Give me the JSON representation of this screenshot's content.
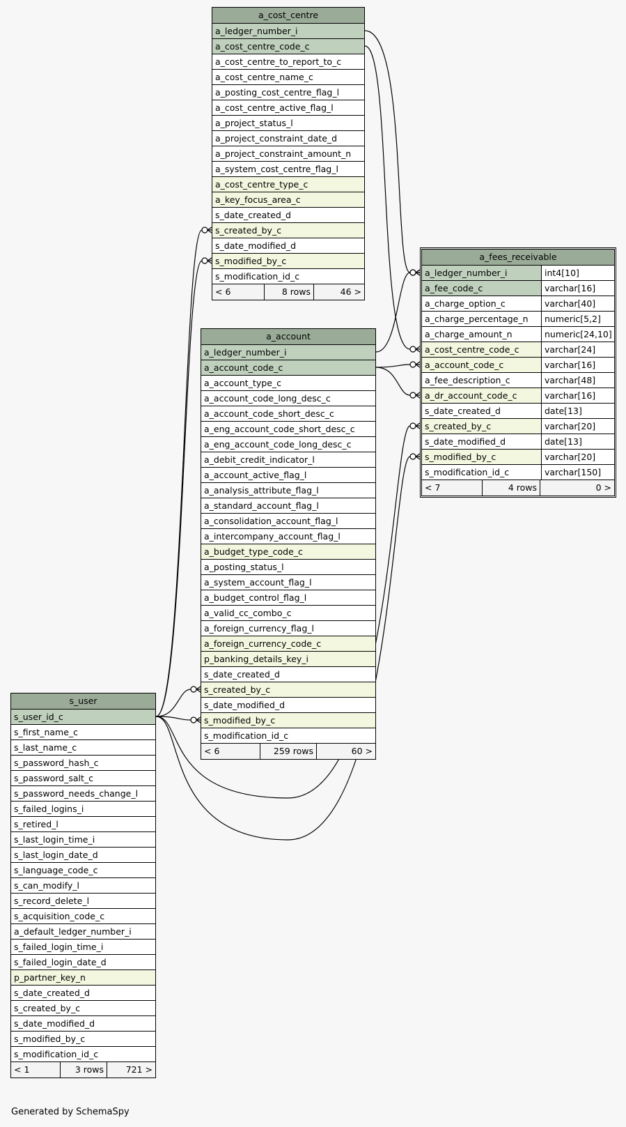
{
  "footer_text": "Generated by SchemaSpy",
  "tables": [
    {
      "id": "a_cost_centre",
      "title": "a_cost_centre",
      "columns": [
        {
          "name": "a_ledger_number_i",
          "kind": "pk"
        },
        {
          "name": "a_cost_centre_code_c",
          "kind": "pk"
        },
        {
          "name": "a_cost_centre_to_report_to_c",
          "kind": "plain"
        },
        {
          "name": "a_cost_centre_name_c",
          "kind": "plain"
        },
        {
          "name": "a_posting_cost_centre_flag_l",
          "kind": "plain"
        },
        {
          "name": "a_cost_centre_active_flag_l",
          "kind": "plain"
        },
        {
          "name": "a_project_status_l",
          "kind": "plain"
        },
        {
          "name": "a_project_constraint_date_d",
          "kind": "plain"
        },
        {
          "name": "a_project_constraint_amount_n",
          "kind": "plain"
        },
        {
          "name": "a_system_cost_centre_flag_l",
          "kind": "plain"
        },
        {
          "name": "a_cost_centre_type_c",
          "kind": "fk"
        },
        {
          "name": "a_key_focus_area_c",
          "kind": "fk"
        },
        {
          "name": "s_date_created_d",
          "kind": "plain"
        },
        {
          "name": "s_created_by_c",
          "kind": "fk"
        },
        {
          "name": "s_date_modified_d",
          "kind": "plain"
        },
        {
          "name": "s_modified_by_c",
          "kind": "fk"
        },
        {
          "name": "s_modification_id_c",
          "kind": "plain"
        }
      ],
      "footer": {
        "left": "< 6",
        "middle": "8 rows",
        "right": "46 >"
      }
    },
    {
      "id": "a_account",
      "title": "a_account",
      "columns": [
        {
          "name": "a_ledger_number_i",
          "kind": "pk"
        },
        {
          "name": "a_account_code_c",
          "kind": "pk"
        },
        {
          "name": "a_account_type_c",
          "kind": "plain"
        },
        {
          "name": "a_account_code_long_desc_c",
          "kind": "plain"
        },
        {
          "name": "a_account_code_short_desc_c",
          "kind": "plain"
        },
        {
          "name": "a_eng_account_code_short_desc_c",
          "kind": "plain"
        },
        {
          "name": "a_eng_account_code_long_desc_c",
          "kind": "plain"
        },
        {
          "name": "a_debit_credit_indicator_l",
          "kind": "plain"
        },
        {
          "name": "a_account_active_flag_l",
          "kind": "plain"
        },
        {
          "name": "a_analysis_attribute_flag_l",
          "kind": "plain"
        },
        {
          "name": "a_standard_account_flag_l",
          "kind": "plain"
        },
        {
          "name": "a_consolidation_account_flag_l",
          "kind": "plain"
        },
        {
          "name": "a_intercompany_account_flag_l",
          "kind": "plain"
        },
        {
          "name": "a_budget_type_code_c",
          "kind": "fk"
        },
        {
          "name": "a_posting_status_l",
          "kind": "plain"
        },
        {
          "name": "a_system_account_flag_l",
          "kind": "plain"
        },
        {
          "name": "a_budget_control_flag_l",
          "kind": "plain"
        },
        {
          "name": "a_valid_cc_combo_c",
          "kind": "plain"
        },
        {
          "name": "a_foreign_currency_flag_l",
          "kind": "plain"
        },
        {
          "name": "a_foreign_currency_code_c",
          "kind": "fk"
        },
        {
          "name": "p_banking_details_key_i",
          "kind": "fk"
        },
        {
          "name": "s_date_created_d",
          "kind": "plain"
        },
        {
          "name": "s_created_by_c",
          "kind": "fk"
        },
        {
          "name": "s_date_modified_d",
          "kind": "plain"
        },
        {
          "name": "s_modified_by_c",
          "kind": "fk"
        },
        {
          "name": "s_modification_id_c",
          "kind": "plain"
        }
      ],
      "footer": {
        "left": "< 6",
        "middle": "259 rows",
        "right": "60 >"
      }
    },
    {
      "id": "a_fees_receivable",
      "title": "a_fees_receivable",
      "focus": true,
      "columns": [
        {
          "name": "a_ledger_number_i",
          "type": "int4[10]",
          "kind": "pk"
        },
        {
          "name": "a_fee_code_c",
          "type": "varchar[16]",
          "kind": "pk"
        },
        {
          "name": "a_charge_option_c",
          "type": "varchar[40]",
          "kind": "plain"
        },
        {
          "name": "a_charge_percentage_n",
          "type": "numeric[5,2]",
          "kind": "plain"
        },
        {
          "name": "a_charge_amount_n",
          "type": "numeric[24,10]",
          "kind": "plain"
        },
        {
          "name": "a_cost_centre_code_c",
          "type": "varchar[24]",
          "kind": "fk"
        },
        {
          "name": "a_account_code_c",
          "type": "varchar[16]",
          "kind": "fk"
        },
        {
          "name": "a_fee_description_c",
          "type": "varchar[48]",
          "kind": "plain"
        },
        {
          "name": "a_dr_account_code_c",
          "type": "varchar[16]",
          "kind": "fk"
        },
        {
          "name": "s_date_created_d",
          "type": "date[13]",
          "kind": "plain"
        },
        {
          "name": "s_created_by_c",
          "type": "varchar[20]",
          "kind": "fk"
        },
        {
          "name": "s_date_modified_d",
          "type": "date[13]",
          "kind": "plain"
        },
        {
          "name": "s_modified_by_c",
          "type": "varchar[20]",
          "kind": "fk"
        },
        {
          "name": "s_modification_id_c",
          "type": "varchar[150]",
          "kind": "plain"
        }
      ],
      "footer": {
        "left": "< 7",
        "middle": "4 rows",
        "right": "0 >"
      }
    },
    {
      "id": "s_user",
      "title": "s_user",
      "columns": [
        {
          "name": "s_user_id_c",
          "kind": "pk"
        },
        {
          "name": "s_first_name_c",
          "kind": "plain"
        },
        {
          "name": "s_last_name_c",
          "kind": "plain"
        },
        {
          "name": "s_password_hash_c",
          "kind": "plain"
        },
        {
          "name": "s_password_salt_c",
          "kind": "plain"
        },
        {
          "name": "s_password_needs_change_l",
          "kind": "plain"
        },
        {
          "name": "s_failed_logins_i",
          "kind": "plain"
        },
        {
          "name": "s_retired_l",
          "kind": "plain"
        },
        {
          "name": "s_last_login_time_i",
          "kind": "plain"
        },
        {
          "name": "s_last_login_date_d",
          "kind": "plain"
        },
        {
          "name": "s_language_code_c",
          "kind": "plain"
        },
        {
          "name": "s_can_modify_l",
          "kind": "plain"
        },
        {
          "name": "s_record_delete_l",
          "kind": "plain"
        },
        {
          "name": "s_acquisition_code_c",
          "kind": "plain"
        },
        {
          "name": "a_default_ledger_number_i",
          "kind": "plain"
        },
        {
          "name": "s_failed_login_time_i",
          "kind": "plain"
        },
        {
          "name": "s_failed_login_date_d",
          "kind": "plain"
        },
        {
          "name": "p_partner_key_n",
          "kind": "fk"
        },
        {
          "name": "s_date_created_d",
          "kind": "plain"
        },
        {
          "name": "s_created_by_c",
          "kind": "plain"
        },
        {
          "name": "s_date_modified_d",
          "kind": "plain"
        },
        {
          "name": "s_modified_by_c",
          "kind": "plain"
        },
        {
          "name": "s_modification_id_c",
          "kind": "plain"
        }
      ],
      "footer": {
        "left": "< 1",
        "middle": "3 rows",
        "right": "721 >"
      }
    }
  ],
  "relationships": [
    {
      "from": "a_cost_centre.a_ledger_number_i",
      "to": "a_fees_receivable.a_ledger_number_i"
    },
    {
      "from": "a_cost_centre.a_cost_centre_code_c",
      "to": "a_fees_receivable.a_cost_centre_code_c"
    },
    {
      "from": "a_account.a_ledger_number_i",
      "to": "a_fees_receivable.a_ledger_number_i"
    },
    {
      "from": "a_account.a_account_code_c",
      "to": "a_fees_receivable.a_account_code_c"
    },
    {
      "from": "a_account.a_account_code_c",
      "to": "a_fees_receivable.a_dr_account_code_c"
    },
    {
      "from": "s_user.s_user_id_c",
      "to": "a_cost_centre.s_created_by_c"
    },
    {
      "from": "s_user.s_user_id_c",
      "to": "a_cost_centre.s_modified_by_c"
    },
    {
      "from": "s_user.s_user_id_c",
      "to": "a_account.s_created_by_c"
    },
    {
      "from": "s_user.s_user_id_c",
      "to": "a_account.s_modified_by_c"
    },
    {
      "from": "s_user.s_user_id_c",
      "to": "a_fees_receivable.s_created_by_c"
    },
    {
      "from": "s_user.s_user_id_c",
      "to": "a_fees_receivable.s_modified_by_c"
    }
  ]
}
